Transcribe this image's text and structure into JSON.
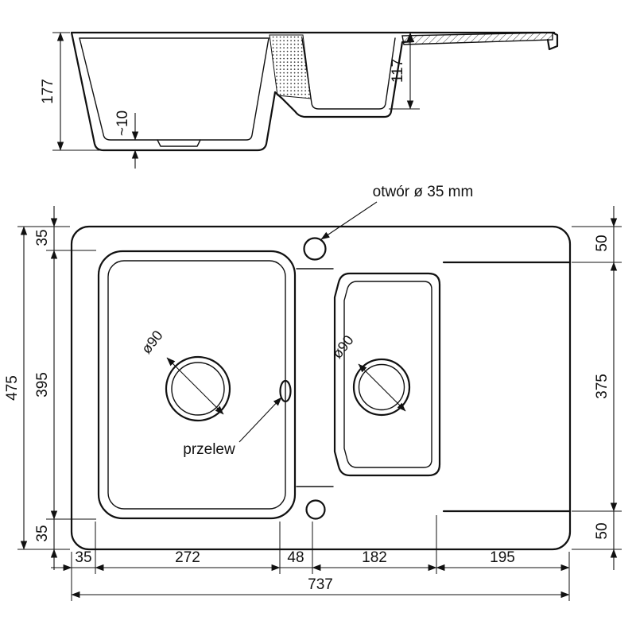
{
  "page": {
    "background": "#ffffff",
    "line_color": "#111111"
  },
  "annotations": {
    "hole_label": "otwór ø 35 mm",
    "overflow_label": "przelew",
    "drain_left_diameter": "ø90",
    "drain_right_diameter": "ø90"
  },
  "section_dims": {
    "total_depth": "177",
    "bottom_thickness": "~10",
    "small_bowl_depth": "117"
  },
  "plan_dims": {
    "overall_width": "737",
    "overall_height": "475",
    "left_top": "35",
    "left_main": "395",
    "left_bottom": "35",
    "right_top": "50",
    "right_main": "375",
    "right_bottom": "50",
    "bottom_margin_left": "35",
    "bottom_main_bowl": "272",
    "bottom_divider": "48",
    "bottom_small_bowl": "182",
    "bottom_drainer": "195"
  }
}
